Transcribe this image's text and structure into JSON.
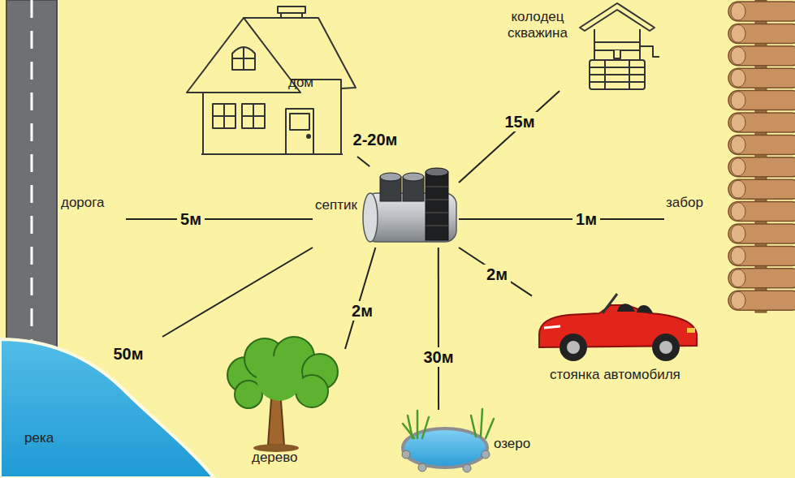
{
  "diagram": {
    "nodes": [
      {
        "text": [
          "дом"
        ]
      },
      {
        "text": [
          "колодец скважина"
        ]
      },
      {
        "text": [
          "дорога"
        ]
      },
      {
        "text": [
          "септик"
        ]
      },
      {
        "text": [
          "забор"
        ]
      },
      {
        "text": [
          "стоянка автомобиля"
        ]
      },
      {
        "text": [
          "дерево"
        ]
      },
      {
        "text": [
          "озеро"
        ]
      },
      {
        "text": [
          "река"
        ]
      }
    ],
    "edges": [
      {
        "from": 3,
        "to": 0,
        "label": "2-20м",
        "arrow": "none"
      },
      {
        "from": 3,
        "to": 1,
        "label": "15м",
        "arrow": "none"
      },
      {
        "from": 3,
        "to": 2,
        "label": "5м",
        "arrow": "none"
      },
      {
        "from": 3,
        "to": 4,
        "label": "1м",
        "arrow": "none"
      },
      {
        "from": 3,
        "to": 5,
        "label": "2м",
        "arrow": "none"
      },
      {
        "from": 3,
        "to": 7,
        "label": "30м",
        "arrow": "none"
      },
      {
        "from": 3,
        "to": 6,
        "label": "2м",
        "arrow": "none"
      },
      {
        "from": 3,
        "to": 8,
        "label": "50м",
        "arrow": "none"
      }
    ]
  }
}
